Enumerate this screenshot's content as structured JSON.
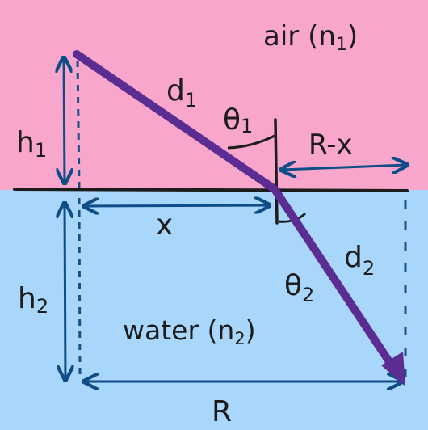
{
  "media": {
    "air_label": "air (n",
    "air_sub": "1",
    "water_label": "water (n",
    "water_sub": "2"
  },
  "labels": {
    "d1": {
      "main": "d",
      "sub": "1"
    },
    "d2": {
      "main": "d",
      "sub": "2"
    },
    "theta1": {
      "main": "θ",
      "sub": "1"
    },
    "theta2": {
      "main": "θ",
      "sub": "2"
    },
    "h1": {
      "main": "h",
      "sub": "1"
    },
    "h2": {
      "main": "h",
      "sub": "2"
    },
    "x": "x",
    "r_minus_x": "R-x",
    "r": "R"
  },
  "colors": {
    "air": "#f8a6cc",
    "water": "#a9d6fb",
    "ray": "#5b2c91",
    "dimension": "#0f4d86",
    "ink": "#1c1c1c"
  }
}
